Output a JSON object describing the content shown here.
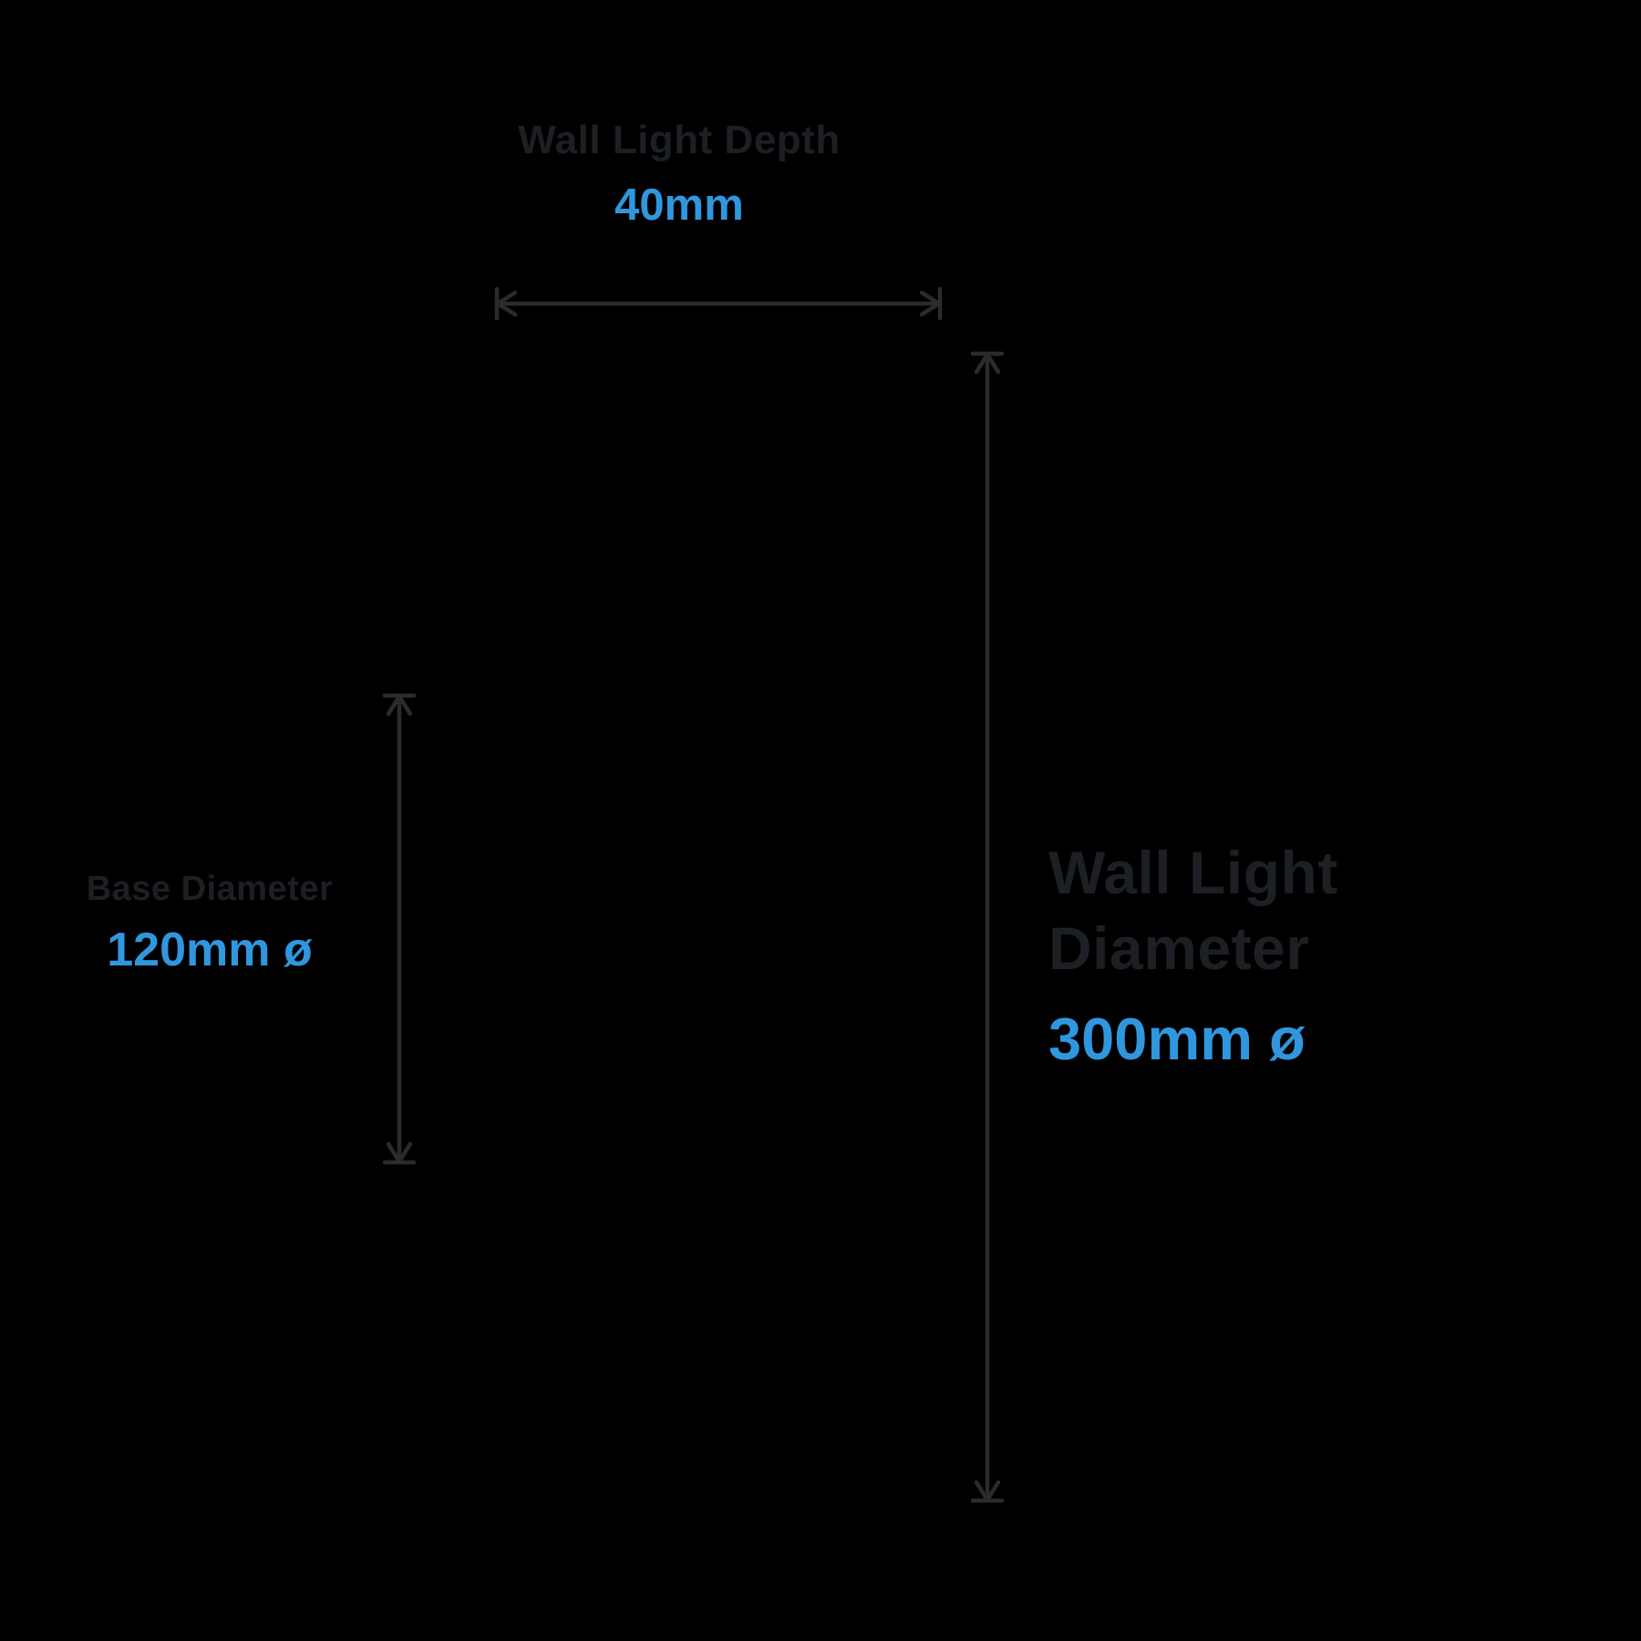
{
  "colors": {
    "accent_blue": "#3097de",
    "label_gray": "#1c1f24",
    "line_gray": "#2d2a2b",
    "bg_black": "#000000"
  },
  "dimensions": {
    "depth": {
      "label": "Wall Light Depth",
      "value": "40mm"
    },
    "base_diameter": {
      "label": "Base Diameter",
      "value": "120mm ø"
    },
    "wall_light_diameter": {
      "label": "Wall Light Diameter",
      "value": "300mm ø"
    }
  }
}
